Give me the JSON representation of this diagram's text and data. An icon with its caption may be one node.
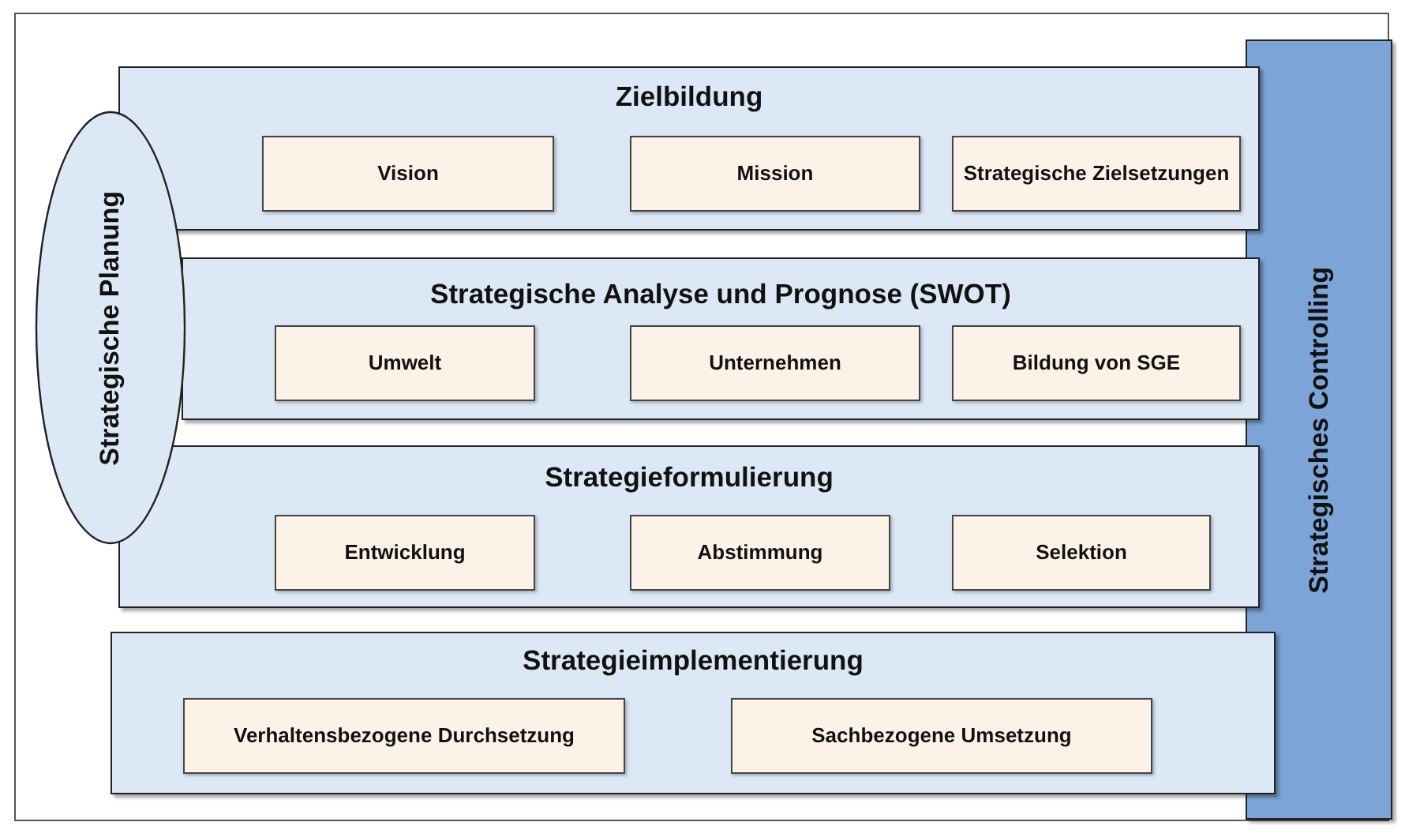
{
  "diagram": {
    "nodes": [
      {
        "text": [
          "Zielbildung"
        ]
      },
      {
        "text": [
          "Vision"
        ],
        "in": 0
      },
      {
        "text": [
          "Mission"
        ],
        "in": 0
      },
      {
        "text": [
          "Strategische Zielsetzungen"
        ],
        "in": 0
      },
      {
        "text": [
          "Strategische Analyse und Prognose (SWOT)"
        ]
      },
      {
        "text": [
          "Umwelt"
        ],
        "in": 4
      },
      {
        "text": [
          "Unternehmen"
        ],
        "in": 4
      },
      {
        "text": [
          "Bildung von SGE"
        ],
        "in": 4
      },
      {
        "text": [
          "Strategieformulierung"
        ]
      },
      {
        "text": [
          "Entwicklung"
        ],
        "in": 8
      },
      {
        "text": [
          "Abstimmung"
        ],
        "in": 8
      },
      {
        "text": [
          "Selektion"
        ],
        "in": 8
      },
      {
        "text": [
          "Strategieimplementierung"
        ]
      },
      {
        "text": [
          "Verhaltensbezogene Durchsetzung"
        ],
        "in": 12
      },
      {
        "text": [
          "Sachbezogene Umsetzung"
        ],
        "in": 12
      },
      {
        "text": [
          "Strategische Planung"
        ]
      },
      {
        "text": [
          "Strategisches Controlling"
        ]
      }
    ]
  }
}
